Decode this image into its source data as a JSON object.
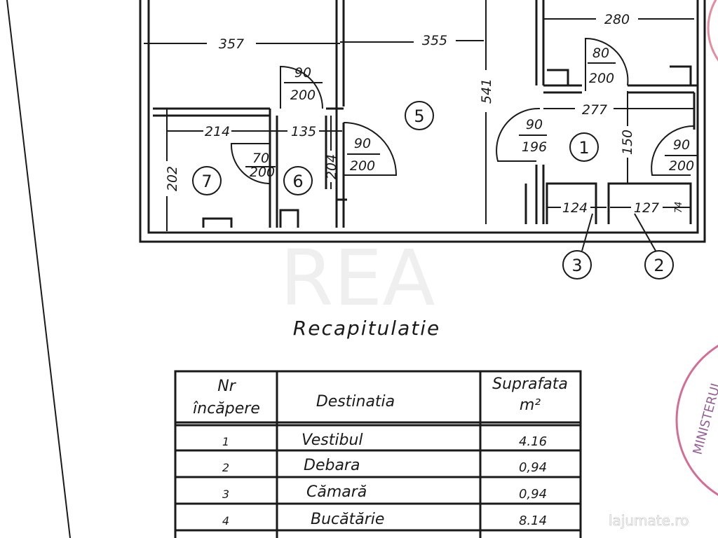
{
  "plan": {
    "dimensions": {
      "d357": "357",
      "d355": "355",
      "d541": "541",
      "d280": "280",
      "d277": "277",
      "d150": "150",
      "d124": "124",
      "d127": "127",
      "d74": "74",
      "d214": "214",
      "d135": "135",
      "d204": "204",
      "d202": "202"
    },
    "doors": [
      {
        "w": "80",
        "h": "200"
      },
      {
        "w": "90",
        "h": "196"
      },
      {
        "w": "90",
        "h": "200"
      },
      {
        "w": "90",
        "h": "200"
      },
      {
        "w": "70",
        "h": "200"
      },
      {
        "w": "90",
        "h": "200"
      }
    ],
    "rooms": [
      "1",
      "2",
      "3",
      "5",
      "6",
      "7"
    ]
  },
  "summary": {
    "title": "Recapitulatie",
    "headers": {
      "nr_line1": "Nr",
      "nr_line2": "încăpere",
      "dest": "Destinatia",
      "area_line1": "Suprafata",
      "area_line2": "m²"
    },
    "rows": [
      {
        "nr": "1",
        "dest": "Vestibul",
        "area": "4.16"
      },
      {
        "nr": "2",
        "dest": "Debara",
        "area": "0,94"
      },
      {
        "nr": "3",
        "dest": "Cămară",
        "area": "0,94"
      },
      {
        "nr": "4",
        "dest": "Bucătărie",
        "area": "8.14"
      }
    ]
  },
  "watermark": {
    "faint": "REA",
    "site": "lajumate.ro"
  },
  "stamp": {
    "text": "MINISTERUL",
    "color": "#c0306a"
  }
}
